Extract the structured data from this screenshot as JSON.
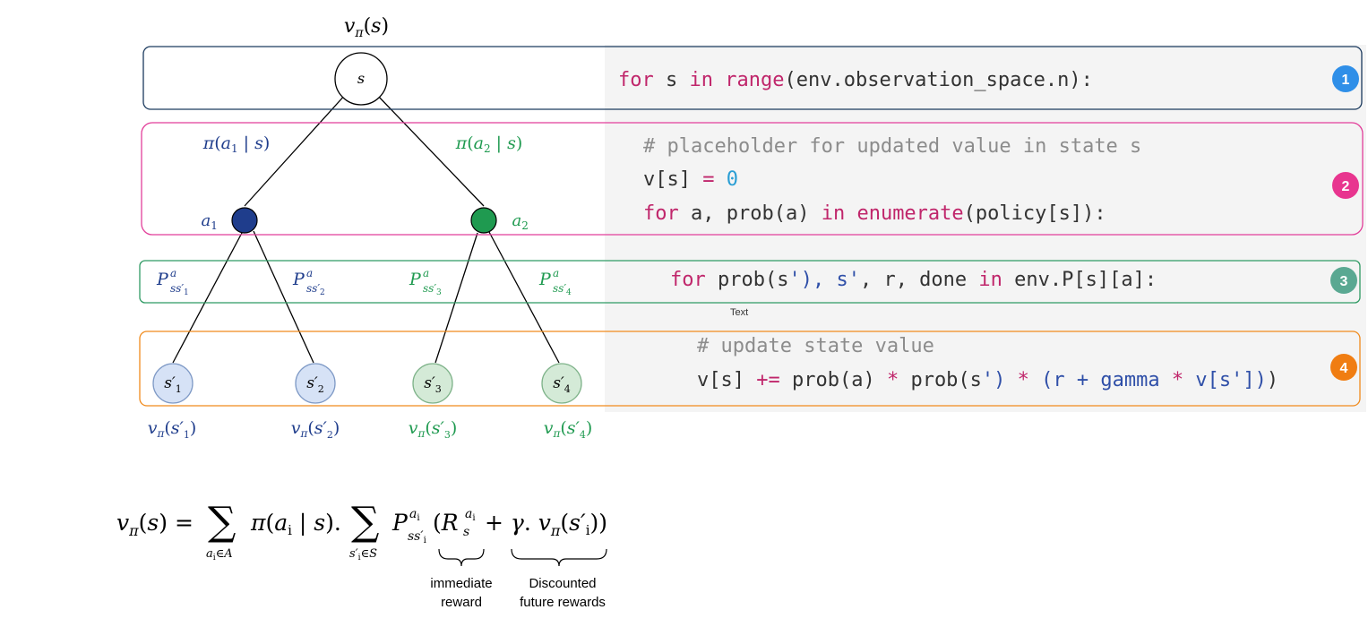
{
  "root": {
    "value_label": "v_π(s)",
    "state_label": "s"
  },
  "policy_labels": [
    "π(a_1 | s)",
    "π(a_2 | s)"
  ],
  "actions": [
    "a_1",
    "a_2"
  ],
  "transitions": [
    "P^a_{ss'_1}",
    "P^a_{ss'_2}",
    "P^a_{ss'_3}",
    "P^a_{ss'_4}"
  ],
  "next_states": [
    "s'_1",
    "s'_2",
    "s'_3",
    "s'_4"
  ],
  "next_state_values": [
    "v_π(s'_1)",
    "v_π(s'_2)",
    "v_π(s'_3)",
    "v_π(s'_4)"
  ],
  "code": {
    "line1": "for s in range(env.observation_space.n):",
    "line2": "# placeholder for updated value in state s",
    "line3": "v[s] = 0",
    "line4": "for a, prob(a) in enumerate(policy[s]):",
    "line5": "for prob(s'), s', r, done in env.P[s][a]:",
    "line6": "# update state value",
    "line7": "v[s] += prob(a) * prob(s') * (r + gamma * v[s'])"
  },
  "badges": [
    "1",
    "2",
    "3",
    "4"
  ],
  "stray_text": "Text",
  "formula": {
    "text": "v_π(s) = Σ_{a_i∈A} π(a_i | s). Σ_{s'_i∈S} P^{a_i}_{ss'_i} (R^{a_i}_s + γ. v_π(s'_i))",
    "brace_labels": [
      "immediate reward",
      "Discounted future rewards"
    ]
  },
  "colors": {
    "blue": "#1f3d8c",
    "green": "#1f9a50",
    "box1": "#1b3a5e",
    "box2": "#e23f9a",
    "box3": "#2f9a63",
    "box4": "#f08a1c",
    "badge1": "#2f8fe8",
    "badge2": "#e8358f",
    "badge3": "#5aa892",
    "badge4": "#f07d12",
    "code_bg": "#f4f4f4",
    "keyword": "#c0266b",
    "number": "#2a9ed4"
  }
}
